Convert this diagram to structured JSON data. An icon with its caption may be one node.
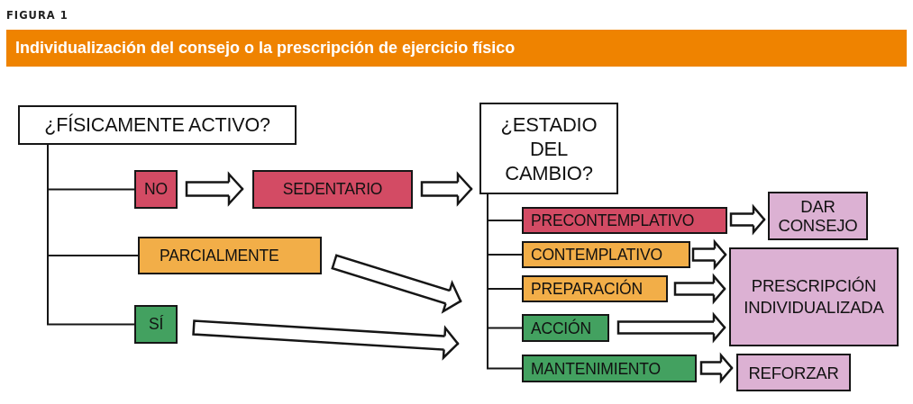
{
  "diagram": {
    "title": "Individualización del consejo o la prescripción de ejercicio físico",
    "nodes": [
      {
        "text": [
          "¿FÍSICAMENTE ACTIVO?"
        ]
      },
      {
        "text": [
          "NO"
        ]
      },
      {
        "text": [
          "SEDENTARIO"
        ]
      },
      {
        "text": [
          "PARCIALMENTE"
        ]
      },
      {
        "text": [
          "SÍ"
        ]
      },
      {
        "text": [
          "¿ESTADIO DEL CAMBIO?"
        ]
      },
      {
        "text": [
          "PRECONTEMPLATIVO"
        ]
      },
      {
        "text": [
          "DAR CONSEJO"
        ]
      },
      {
        "text": [
          "CONTEMPLATIVO"
        ]
      },
      {
        "text": [
          "PREPARACIÓN"
        ]
      },
      {
        "text": [
          "PRESCRIPCIÓN INDIVIDUALIZADA"
        ]
      },
      {
        "text": [
          "ACCIÓN"
        ]
      },
      {
        "text": [
          "MANTENIMIENTO"
        ]
      },
      {
        "text": [
          "REFORZAR"
        ]
      }
    ],
    "edges": [
      {
        "from": 0,
        "to": 1,
        "arrow": "none"
      },
      {
        "from": 0,
        "to": 3,
        "arrow": "none"
      },
      {
        "from": 0,
        "to": 4,
        "arrow": "none"
      },
      {
        "from": 1,
        "to": 2,
        "arrow": "to"
      },
      {
        "from": 2,
        "to": 5,
        "arrow": "to"
      },
      {
        "from": 3,
        "to": null,
        "arrow": "to"
      },
      {
        "from": 4,
        "to": null,
        "arrow": "to"
      },
      {
        "from": 5,
        "to": 6,
        "arrow": "none"
      },
      {
        "from": 5,
        "to": 8,
        "arrow": "none"
      },
      {
        "from": 5,
        "to": 9,
        "arrow": "none"
      },
      {
        "from": 5,
        "to": 11,
        "arrow": "none"
      },
      {
        "from": 5,
        "to": 12,
        "arrow": "none"
      },
      {
        "from": 6,
        "to": 7,
        "arrow": "to"
      },
      {
        "from": 8,
        "to": 10,
        "arrow": "to"
      },
      {
        "from": 9,
        "to": 10,
        "arrow": "to"
      },
      {
        "from": 11,
        "to": 10,
        "arrow": "to"
      },
      {
        "from": 12,
        "to": 13,
        "arrow": "to"
      }
    ],
    "labels": [
      "FIGURA 1"
    ]
  }
}
